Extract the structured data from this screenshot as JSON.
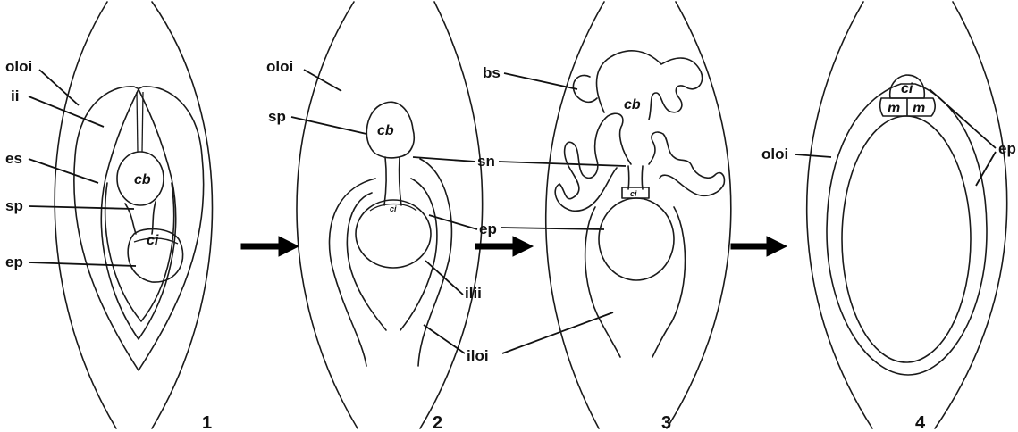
{
  "panels": [
    {
      "number": "1",
      "labels": {
        "oloi": "oloi",
        "ii": "ii",
        "es": "es",
        "sp": "sp",
        "ep": "ep",
        "cb": "cb",
        "ci": "ci"
      }
    },
    {
      "number": "2",
      "labels": {
        "oloi": "oloi",
        "sp": "sp",
        "cb": "cb",
        "ci": "ci",
        "ilii": "ilii"
      }
    },
    {
      "number": "3",
      "labels": {
        "bs": "bs",
        "cb": "cb",
        "ci": "ci"
      }
    },
    {
      "number": "4",
      "labels": {
        "oloi": "oloi",
        "ci": "ci",
        "m_left": "m",
        "m_right": "m",
        "ep": "ep"
      }
    }
  ],
  "shared_labels": {
    "sn": "sn",
    "ep": "ep",
    "iloi": "iloi"
  },
  "arrows": [
    "1-to-2",
    "2-to-3",
    "3-to-4"
  ]
}
